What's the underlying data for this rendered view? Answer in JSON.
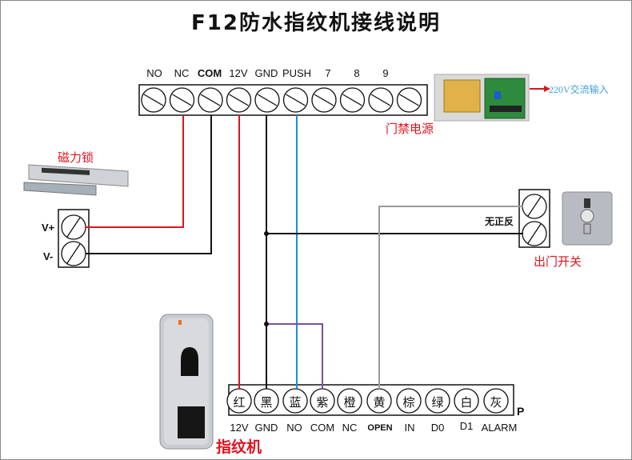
{
  "title": "F12防水指纹机接线说明",
  "power_supply": {
    "label": "门禁电源",
    "input_label": "220V交流输入",
    "terminals": [
      "NO",
      "NC",
      "COM",
      "12V",
      "GND",
      "PUSH",
      "7",
      "8",
      "9",
      ""
    ]
  },
  "magnetic_lock": {
    "label": "磁力锁",
    "terminals": [
      "V+",
      "V-"
    ]
  },
  "exit_button": {
    "label": "出门开关",
    "polarity_note": "无正反"
  },
  "fingerprint_reader": {
    "label": "指纹机",
    "connector_suffix": "P",
    "wires": [
      {
        "color_name": "红",
        "function": "12V"
      },
      {
        "color_name": "黑",
        "function": "GND"
      },
      {
        "color_name": "蓝",
        "function": "NO"
      },
      {
        "color_name": "紫",
        "function": "COM"
      },
      {
        "color_name": "橙",
        "function": "NC"
      },
      {
        "color_name": "黄",
        "function": "OPEN"
      },
      {
        "color_name": "棕",
        "function": "IN"
      },
      {
        "color_name": "绿",
        "function": "D0"
      },
      {
        "color_name": "白",
        "function": "D1"
      },
      {
        "color_name": "灰",
        "function": "ALARM"
      }
    ]
  },
  "wire_colors": {
    "red": "#e0141e",
    "black": "#111111",
    "blue": "#1a8fe0",
    "purple": "#7a4fa0",
    "gray": "#9a9a9a"
  }
}
